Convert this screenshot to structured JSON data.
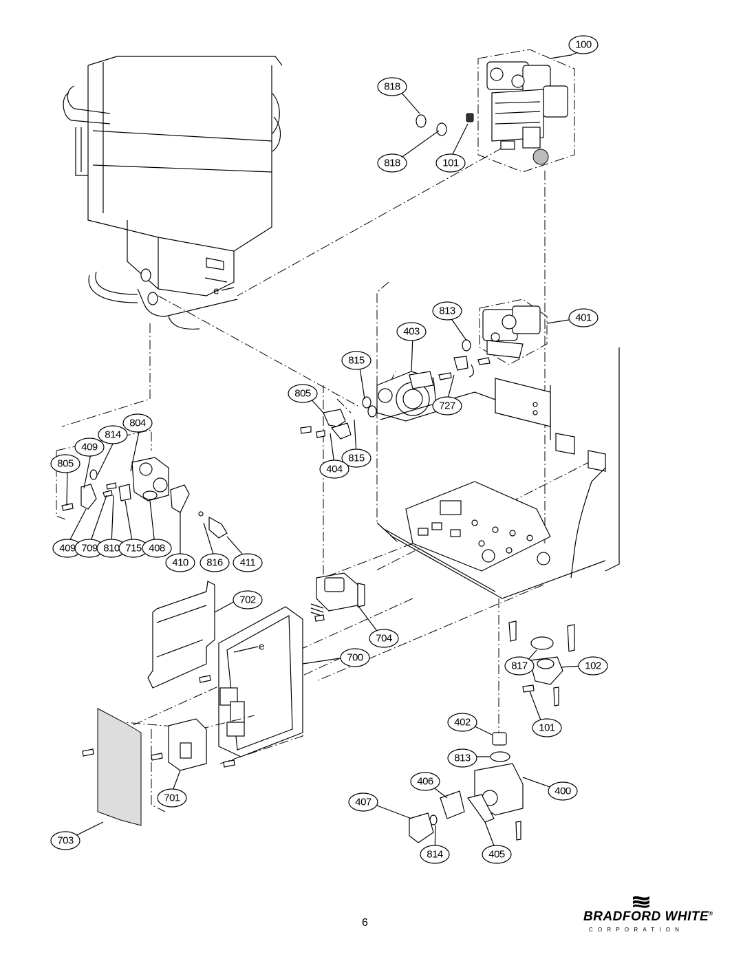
{
  "diagram": {
    "labels": {
      "l100": "100",
      "l818a": "818",
      "l818b": "818",
      "l101a": "101",
      "l401": "401",
      "l813a": "813",
      "l403": "403",
      "l815a": "815",
      "l727": "727",
      "l805a": "805",
      "l804": "804",
      "l814a": "814",
      "l409a": "409",
      "l805b": "805",
      "l815b": "815",
      "l404": "404",
      "l409b": "409",
      "l709": "709",
      "l810": "810",
      "l715": "715",
      "l408": "408",
      "l410": "410",
      "l816": "816",
      "l411": "411",
      "l702": "702",
      "l704": "704",
      "l700": "700",
      "l817": "817",
      "l102": "102",
      "l101b": "101",
      "l402": "402",
      "l813b": "813",
      "l406": "406",
      "l400": "400",
      "l407": "407",
      "l701": "701",
      "l703": "703",
      "l814b": "814",
      "l405": "405"
    },
    "arrow_marks": {
      "upper": "e",
      "control": "e"
    }
  },
  "footer": {
    "page_number": "6",
    "brand_name": "BRADFORD WHITE",
    "brand_sub": "CORPORATION",
    "brand_registered": "®"
  },
  "icons": {
    "brand_mark": "bradford-white-flag-logo"
  }
}
